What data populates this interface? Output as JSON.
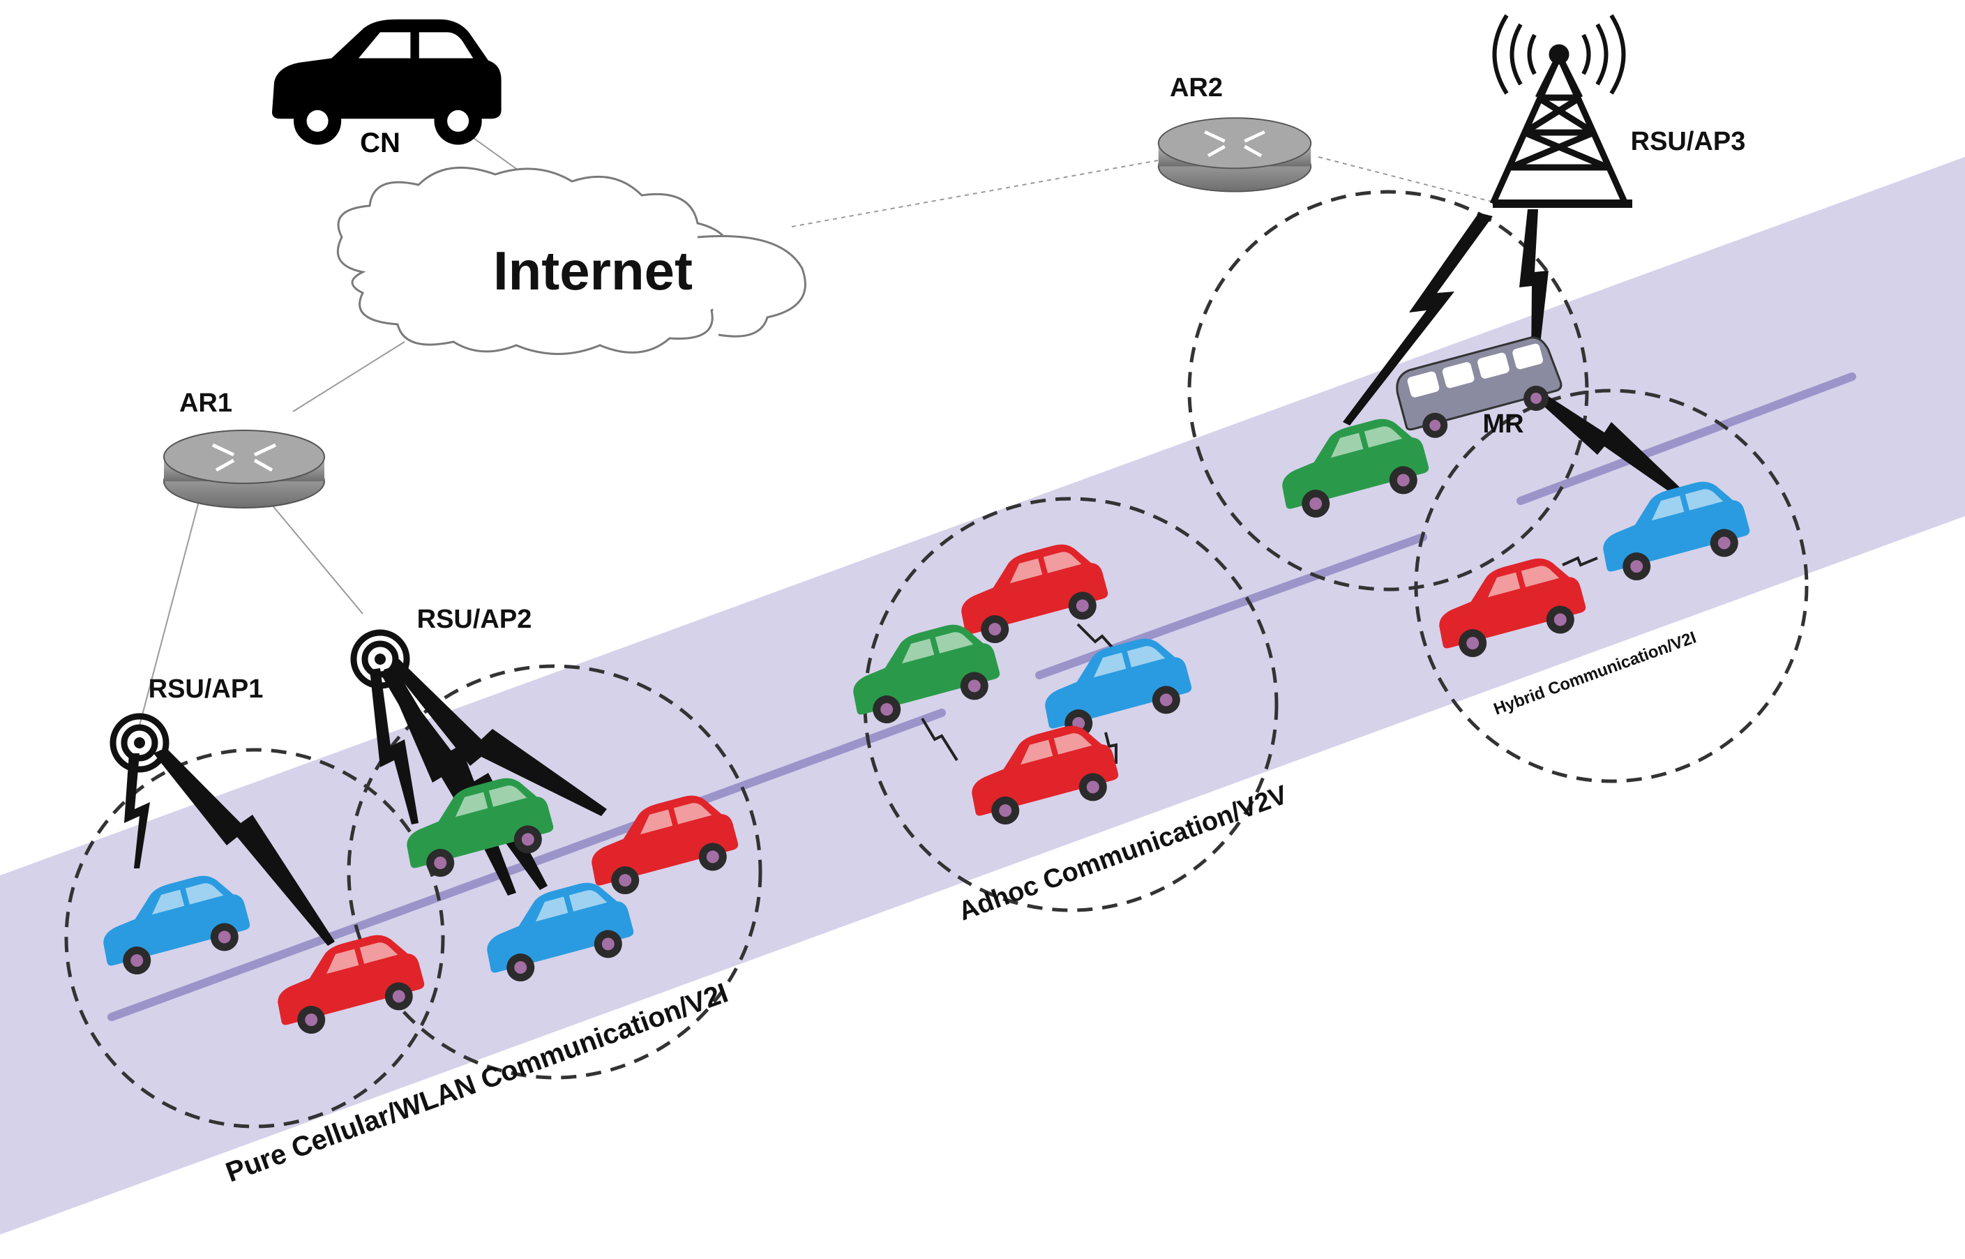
{
  "labels": {
    "cn": "CN",
    "internet": "Internet",
    "ar1": "AR1",
    "ar2": "AR2",
    "rsu_ap1": "RSU/AP1",
    "rsu_ap2": "RSU/AP2",
    "rsu_ap3": "RSU/AP3",
    "mr": "MR"
  },
  "zones": {
    "pure": "Pure Cellular/WLAN Communication/V2I",
    "adhoc": "Adhoc Communication/V2V",
    "hybrid": "Hybrid Communication/V2I"
  },
  "colors": {
    "road": "#d6d2ea",
    "lane": "#9b94c9",
    "car_red": "#e0242a",
    "car_blue": "#2a9be0",
    "car_green": "#2a9a4a",
    "bus": "#8a8aa0",
    "router": "#8c8c8c"
  }
}
